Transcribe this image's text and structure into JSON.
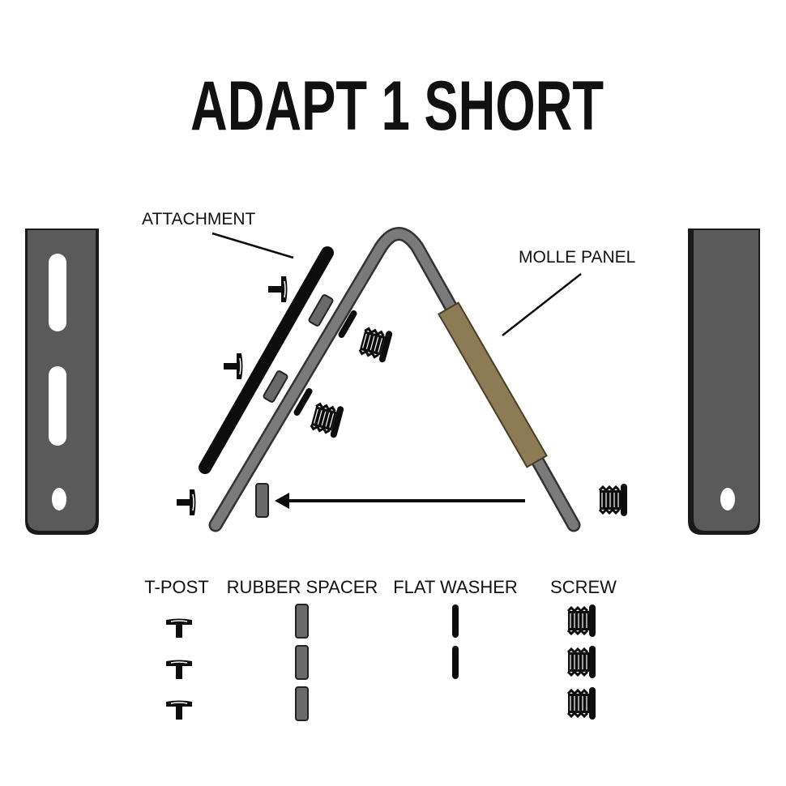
{
  "title": "ADAPT 1 SHORT",
  "labels": {
    "attachment": "ATTACHMENT",
    "molle_panel": "MOLLE PANEL"
  },
  "legend": {
    "tpost": "T-POST",
    "rubber_spacer": "RUBBER SPACER",
    "flat_washer": "FLAT WASHER",
    "screw": "SCREW"
  },
  "colors": {
    "bracket_fill": "#5a5a5a",
    "bracket_dark": "#1a1a1a",
    "panel_fill": "#7a7a7a",
    "panel_dark": "#333333",
    "spacer_fill": "#6a6a6a",
    "molle_fill": "#8c7b55",
    "ink": "#0d0d0d"
  }
}
